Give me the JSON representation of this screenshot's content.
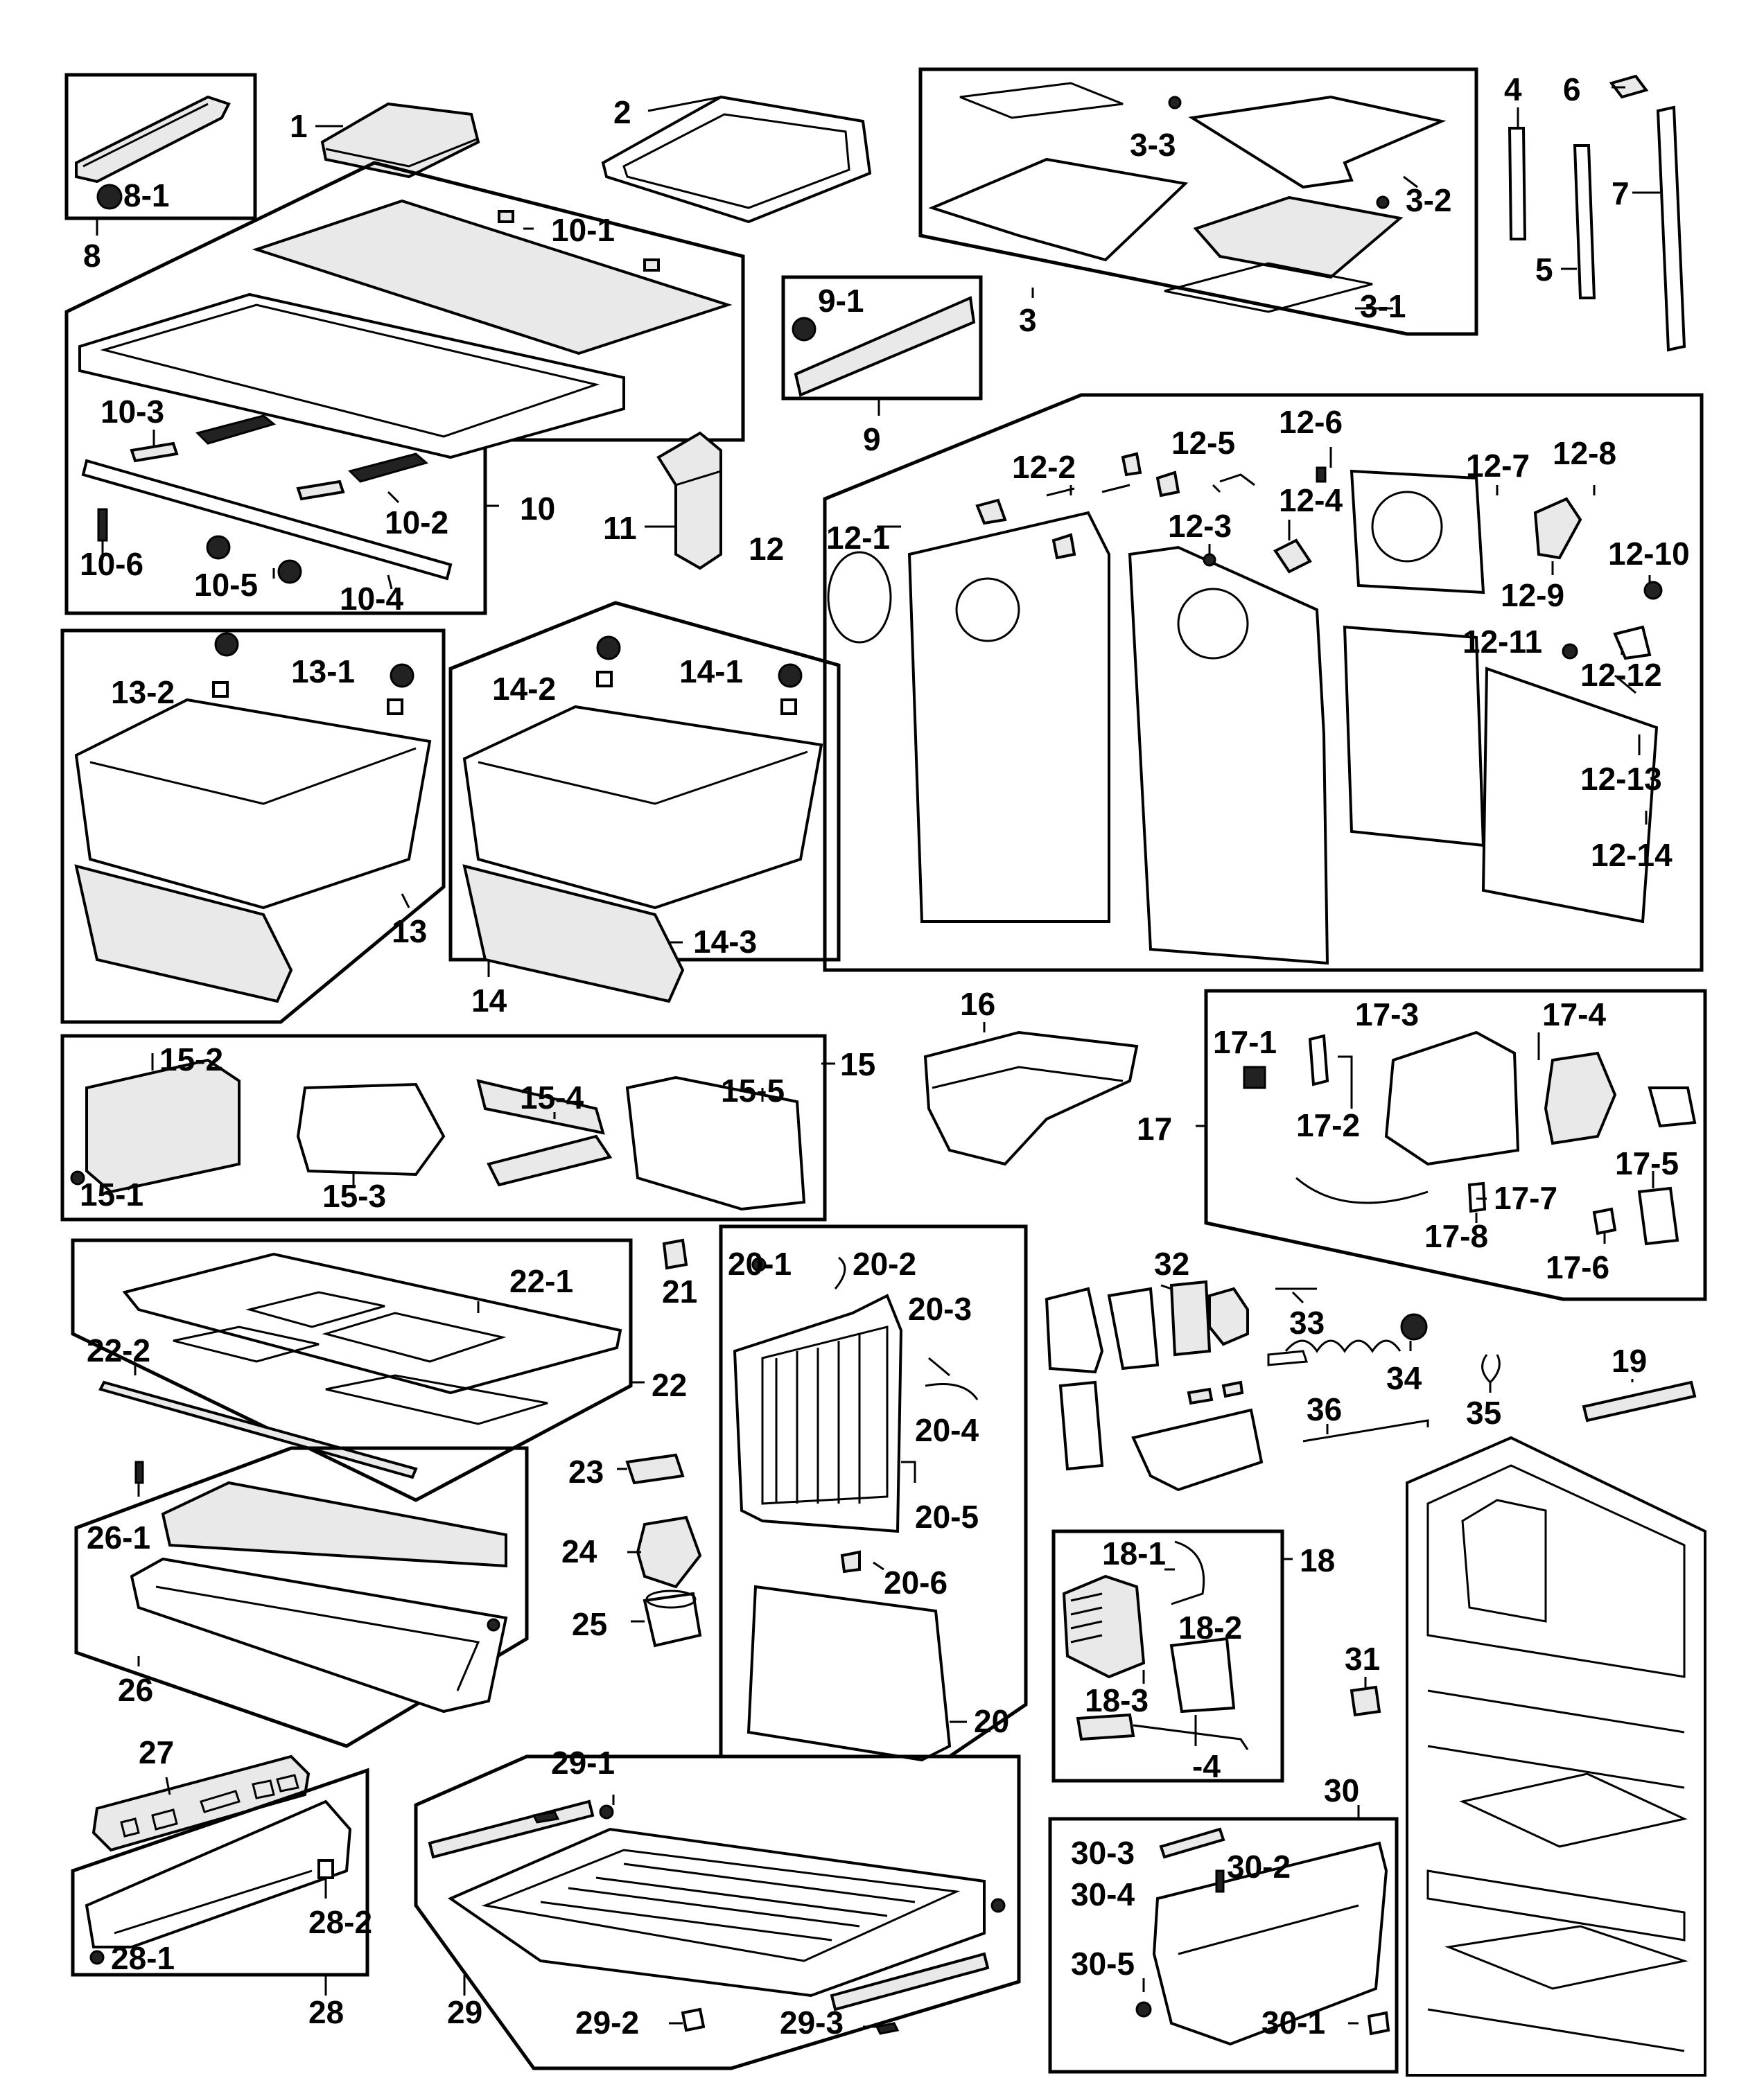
{
  "diagram": {
    "labels": {
      "p1": "1",
      "p2": "2",
      "p3": "3",
      "p3_1": "3-1",
      "p3_2": "3-2",
      "p3_3": "3-3",
      "p4": "4",
      "p5": "5",
      "p6": "6",
      "p7": "7",
      "p8": "8",
      "p8_1": "8-1",
      "p9": "9",
      "p9_1": "9-1",
      "p10": "10",
      "p10_1": "10-1",
      "p10_2": "10-2",
      "p10_3": "10-3",
      "p10_4": "10-4",
      "p10_5": "10-5",
      "p10_6": "10-6",
      "p11": "11",
      "p12": "12",
      "p12_1": "12-1",
      "p12_2": "12-2",
      "p12_3": "12-3",
      "p12_4": "12-4",
      "p12_5": "12-5",
      "p12_6": "12-6",
      "p12_7": "12-7",
      "p12_8": "12-8",
      "p12_9": "12-9",
      "p12_10": "12-10",
      "p12_11": "12-11",
      "p12_12": "12-12",
      "p12_13": "12-13",
      "p12_14": "12-14",
      "p13": "13",
      "p13_1": "13-1",
      "p13_2": "13-2",
      "p14": "14",
      "p14_1": "14-1",
      "p14_2": "14-2",
      "p14_3": "14-3",
      "p15": "15",
      "p15_1": "15-1",
      "p15_2": "15-2",
      "p15_3": "15-3",
      "p15_4": "15-4",
      "p15_5": "15-5",
      "p16": "16",
      "p17": "17",
      "p17_1": "17-1",
      "p17_2": "17-2",
      "p17_3": "17-3",
      "p17_4": "17-4",
      "p17_5": "17-5",
      "p17_6": "17-6",
      "p17_7": "17-7",
      "p17_8": "17-8",
      "p18": "18",
      "p18_1": "18-1",
      "p18_2": "18-2",
      "p18_3": "18-3",
      "p18_4": "-4",
      "p19": "19",
      "p20": "20",
      "p20_1": "20-1",
      "p20_2": "20-2",
      "p20_3": "20-3",
      "p20_4": "20-4",
      "p20_5": "20-5",
      "p20_6": "20-6",
      "p21": "21",
      "p22": "22",
      "p22_1": "22-1",
      "p22_2": "22-2",
      "p23": "23",
      "p24": "24",
      "p25": "25",
      "p26": "26",
      "p26_1": "26-1",
      "p27": "27",
      "p28": "28",
      "p28_1": "28-1",
      "p28_2": "28-2",
      "p29": "29",
      "p29_1": "29-1",
      "p29_2": "29-2",
      "p29_3": "29-3",
      "p30": "30",
      "p30_1": "30-1",
      "p30_2": "30-2",
      "p30_3": "30-3",
      "p30_4": "30-4",
      "p30_5": "30-5",
      "p31": "31",
      "p32": "32",
      "p33": "33",
      "p34": "34",
      "p35": "35",
      "p36": "36"
    }
  }
}
